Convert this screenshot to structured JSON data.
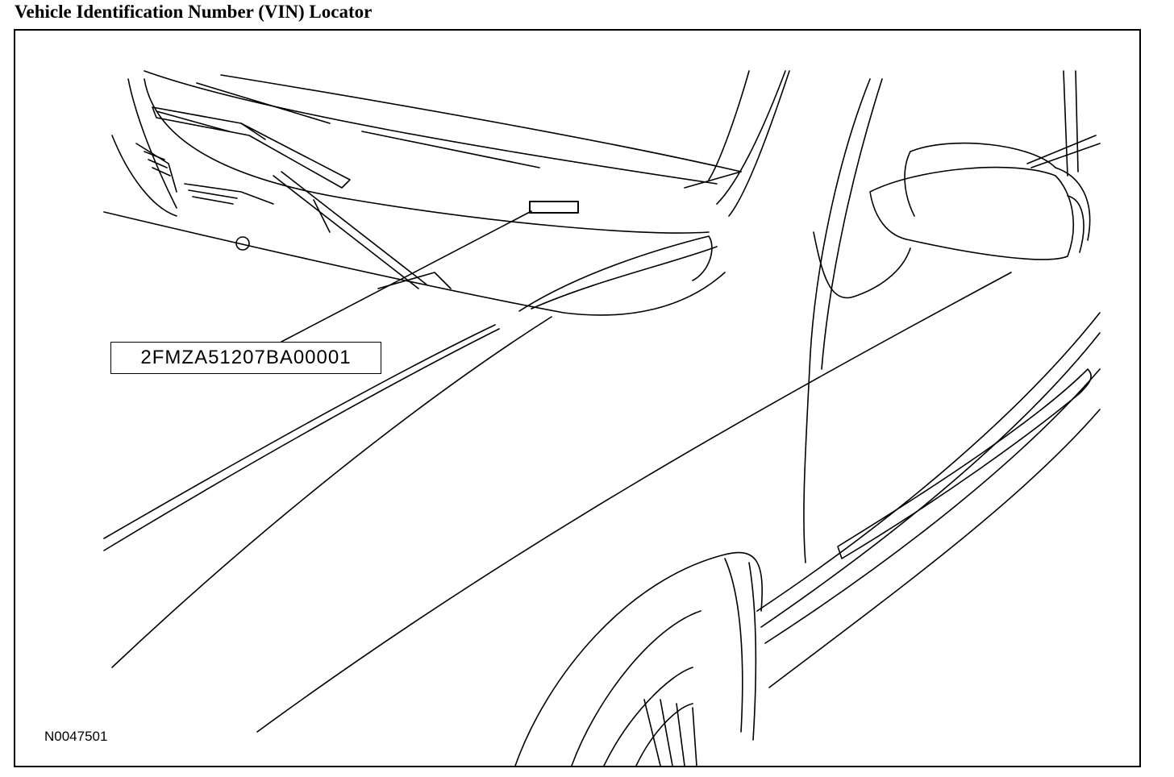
{
  "header": {
    "title": "Vehicle Identification Number (VIN) Locator"
  },
  "diagram": {
    "vin_callout": "2FMZA51207BA00001",
    "figure_id": "N0047501"
  },
  "colors": {
    "line": "#000000",
    "background": "#ffffff"
  }
}
